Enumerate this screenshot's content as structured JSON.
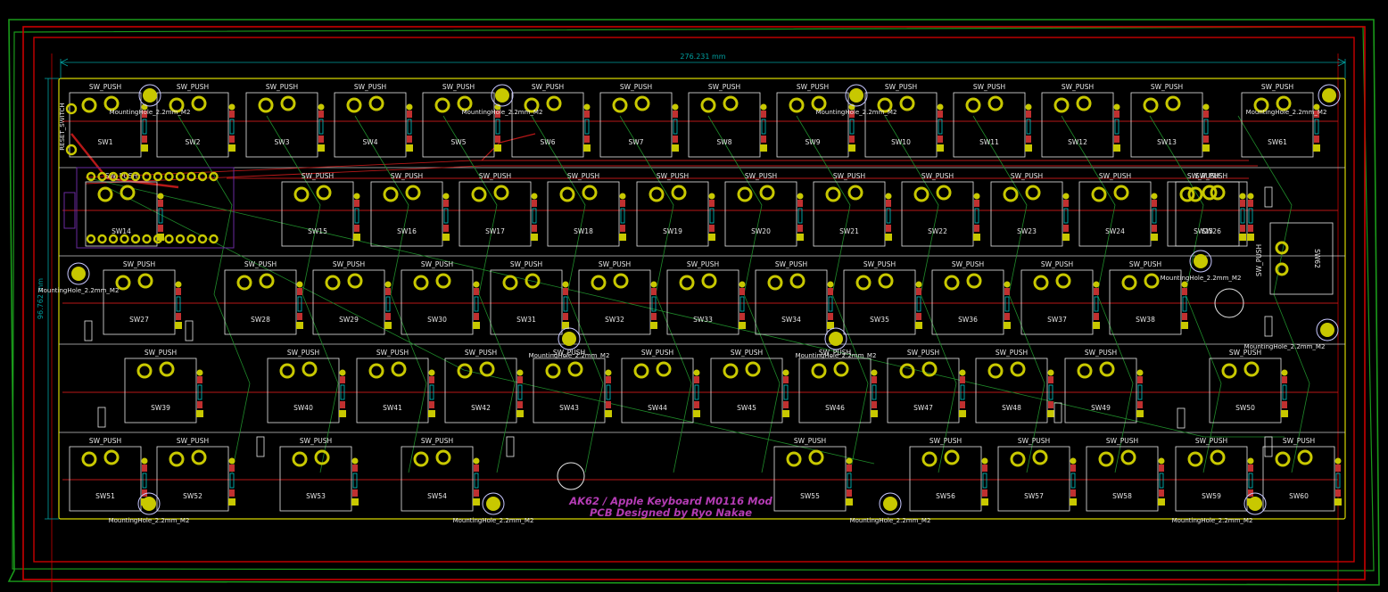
{
  "title_line1": "AK62 / Apple Keyboard M0116 Mod",
  "title_line2": "PCB Designed by Ryo Nakae",
  "dim_width": "276.231 mm",
  "dim_height": "96.762 mm",
  "reset_label": "RESET_SWITCH",
  "footprint_label": "SW_PUSH",
  "mounting_label": "MountingHole_2.2mm_M2",
  "mcu_label": "ProMicro",
  "colors": {
    "background": "#000000",
    "edge_cuts": "#d6d600",
    "outline_green": "#1a9a1a",
    "outline_red": "#c80000",
    "pad": "#c8c800",
    "trace_red": "#b81818",
    "trace_green": "#1f8a2a",
    "silk": "#e8e8e8",
    "dimension": "#00a0a0",
    "title": "#b43cb4"
  },
  "rows": [
    {
      "keys": [
        "SW1",
        "SW2",
        "SW3",
        "SW4",
        "SW5",
        "SW6",
        "SW7",
        "SW8",
        "SW9",
        "SW10",
        "SW11",
        "SW12",
        "SW13",
        "SW61"
      ]
    },
    {
      "keys": [
        "SW14",
        "SW15",
        "SW16",
        "SW17",
        "SW18",
        "SW19",
        "SW20",
        "SW21",
        "SW22",
        "SW23",
        "SW24",
        "SW25",
        "SW26"
      ]
    },
    {
      "keys": [
        "SW27",
        "SW28",
        "SW29",
        "SW30",
        "SW31",
        "SW32",
        "SW33",
        "SW34",
        "SW35",
        "SW36",
        "SW37",
        "SW38"
      ]
    },
    {
      "keys": [
        "SW39",
        "SW40",
        "SW41",
        "SW42",
        "SW43",
        "SW44",
        "SW45",
        "SW46",
        "SW47",
        "SW48",
        "SW49",
        "SW50"
      ]
    },
    {
      "keys": [
        "SW51",
        "SW52",
        "SW53",
        "SW54",
        "SW55",
        "SW56",
        "SW57",
        "SW58",
        "SW59",
        "SW60"
      ]
    }
  ],
  "extra_key": "SW62"
}
